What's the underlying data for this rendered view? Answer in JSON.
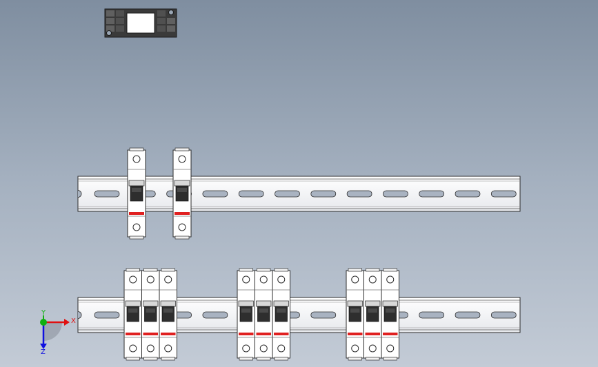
{
  "viewport": {
    "background_top": "#7f8ea0",
    "background_bottom": "#c3cbd6"
  },
  "triad": {
    "x_label": "X",
    "y_label": "Y",
    "z_label": "Z",
    "x_color": "#e01010",
    "y_color": "#10b010",
    "z_color": "#1010e0"
  },
  "rails": [
    {
      "name": "din-rail-top",
      "slots": 12
    },
    {
      "name": "din-rail-bottom",
      "slots": 12
    }
  ],
  "breaker_groups": [
    {
      "rail": 0,
      "poles": 1
    },
    {
      "rail": 0,
      "poles": 1
    },
    {
      "rail": 1,
      "poles": 3
    },
    {
      "rail": 1,
      "poles": 3
    },
    {
      "rail": 1,
      "poles": 3
    }
  ],
  "colors": {
    "trip_indicator": "#e02020",
    "rail_fill": "#ffffff",
    "slot_fill": "#a9b3c1",
    "outline": "#2b2b2b"
  }
}
